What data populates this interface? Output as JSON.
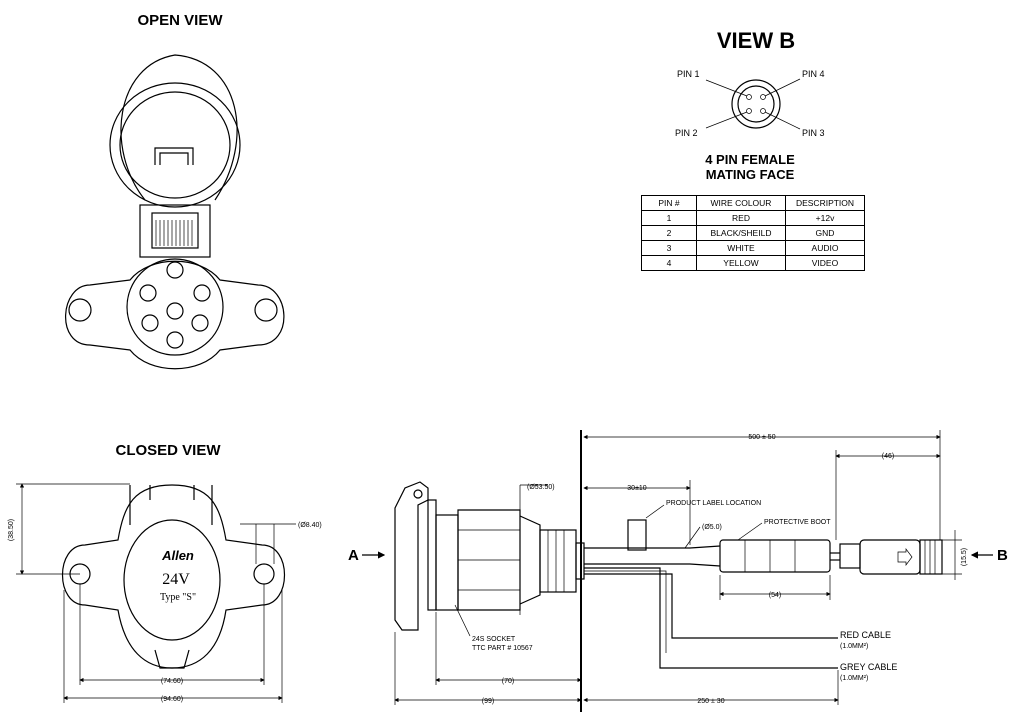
{
  "open_view": {
    "title": "OPEN VIEW"
  },
  "closed_view": {
    "title": "CLOSED VIEW",
    "brand": "Allen",
    "voltage": "24V",
    "type": "Type \"S\"",
    "dims": {
      "height": "(38.50)",
      "hole": "(Ø8.40)",
      "inner": "(74.60)",
      "outer": "(94.60)"
    }
  },
  "view_b": {
    "title": "VIEW B",
    "pins": [
      "PIN 1",
      "PIN 4",
      "PIN 2",
      "PIN 3"
    ],
    "caption_1": "4 PIN FEMALE",
    "caption_2": "MATING FACE"
  },
  "pin_table": {
    "headers": [
      "PIN #",
      "WIRE COLOUR",
      "DESCRIPTION"
    ],
    "rows": [
      [
        "1",
        "RED",
        "+12v"
      ],
      [
        "2",
        "BLACK/SHEILD",
        "GND"
      ],
      [
        "3",
        "WHITE",
        "AUDIO"
      ],
      [
        "4",
        "YELLOW",
        "VIDEO"
      ]
    ]
  },
  "side_view": {
    "arrow_a": "A",
    "arrow_b": "B",
    "dim_total": "500 ± 50",
    "dim_46": "(46)",
    "dim_30": "30±10",
    "dim_dia": "(Ø53.50)",
    "dim_d5": "(Ø5.0)",
    "dim_15": "(15.5)",
    "dim_54": "(54)",
    "dim_70": "(70)",
    "dim_99": "(99)",
    "dim_250": "250 ± 30",
    "product_label": "PRODUCT LABEL LOCATION",
    "protective_boot": "PROTECTIVE BOOT",
    "socket_1": "24S SOCKET",
    "socket_2": "TTC PART # 10567",
    "red_cable": "RED CABLE",
    "red_cable_sub": "(1.0MM²)",
    "grey_cable": "GREY CABLE",
    "grey_cable_sub": "(1.0MM²)"
  }
}
